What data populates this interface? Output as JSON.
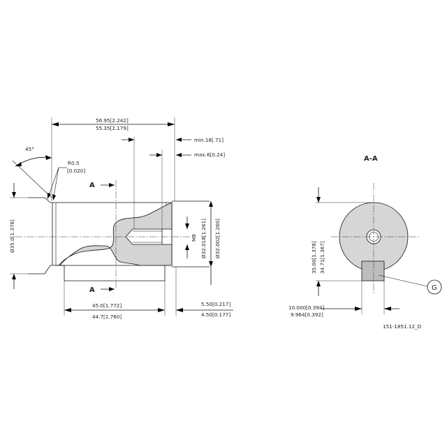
{
  "side_view": {
    "dim_angle": "45°",
    "dim_radius": "R0.5",
    "dim_radius_in": "[0.020]",
    "section_mark_top": "A",
    "section_mark_bottom": "A",
    "dim_len_max": "56.95[2.242]",
    "dim_len_min": "55.35[2.179]",
    "dim_min_depth": "min.18[.71]",
    "dim_max_depth": "max.6[0.24]",
    "dim_thread": "M8",
    "dim_center_bore": "Ø32.018[1.261]",
    "dim_center_bore2": "Ø32.002[1.260]",
    "dim_shaft_dia": "Ø35.0[1.378]",
    "dim_key_len_max": "45.0[1.772]",
    "dim_key_len_min": "44.7[1.760]",
    "dim_end_max": "5.50[0.217]",
    "dim_end_min": "4.50[0.177]"
  },
  "section_view": {
    "title": "A-A",
    "dim_height_max": "35.00[1.378]",
    "dim_height_min": "34.71[1.367]",
    "dim_key_width_max": "10.000[0.394]",
    "dim_key_width_min": "9.964[0.392]",
    "callout": "G"
  },
  "drawing_number": "151-1851.12_D"
}
